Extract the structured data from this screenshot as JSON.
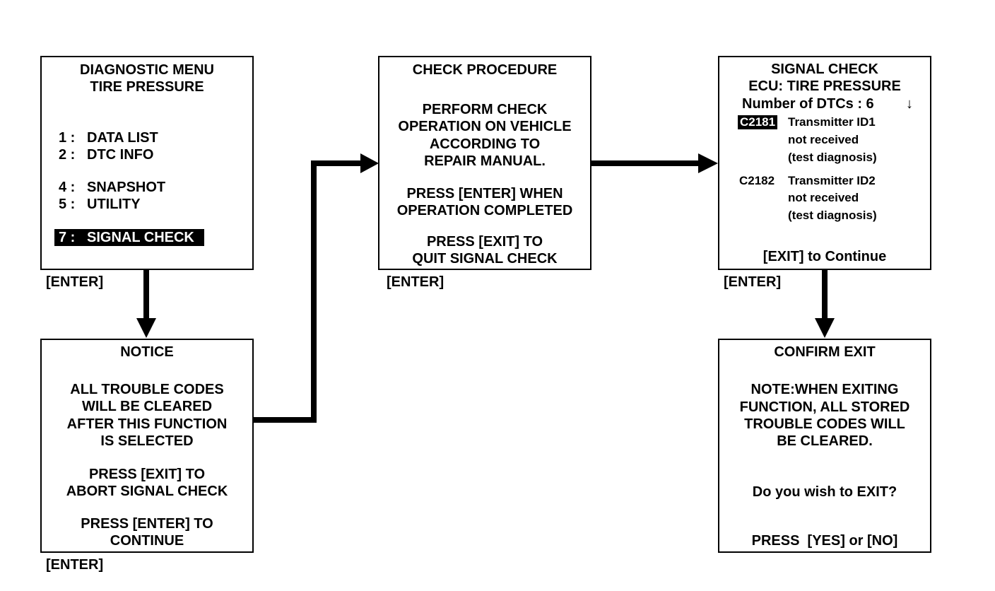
{
  "diagnostic_menu": {
    "title_line1": "DIAGNOSTIC MENU",
    "title_line2": "TIRE PRESSURE",
    "items": [
      {
        "num": "1 :",
        "label": "DATA LIST"
      },
      {
        "num": "2 :",
        "label": "DTC INFO"
      },
      {
        "num": "4 :",
        "label": "SNAPSHOT"
      },
      {
        "num": "5 :",
        "label": "UTILITY"
      },
      {
        "num": "7 :",
        "label": "SIGNAL CHECK"
      }
    ],
    "enter_label": "[ENTER]"
  },
  "notice": {
    "title": "NOTICE",
    "lines": [
      "ALL TROUBLE CODES",
      "WILL BE CLEARED",
      "AFTER THIS FUNCTION",
      "IS SELECTED"
    ],
    "exit_lines": [
      "PRESS [EXIT] TO",
      "ABORT SIGNAL CHECK"
    ],
    "enter_lines": [
      "PRESS [ENTER] TO",
      "CONTINUE"
    ],
    "enter_label": "[ENTER]"
  },
  "check_procedure": {
    "title": "CHECK PROCEDURE",
    "lines": [
      "PERFORM CHECK",
      "OPERATION ON VEHICLE",
      "ACCORDING TO",
      "REPAIR MANUAL."
    ],
    "enter_lines": [
      "PRESS [ENTER] WHEN",
      "OPERATION COMPLETED"
    ],
    "exit_lines": [
      "PRESS [EXIT] TO",
      "QUIT SIGNAL CHECK"
    ],
    "enter_label": "[ENTER]"
  },
  "signal_check": {
    "title_line1": "SIGNAL CHECK",
    "title_line2": "ECU: TIRE PRESSURE",
    "dtc_count": "Number of DTCs : 6",
    "scroll_icon": "down-arrow-icon",
    "dtcs": [
      {
        "code": "C2181",
        "lines": [
          "Transmitter ID1",
          "not received",
          "(test diagnosis)"
        ]
      },
      {
        "code": "C2182",
        "lines": [
          "Transmitter ID2",
          "not received",
          "(test diagnosis)"
        ]
      }
    ],
    "footer": "[EXIT] to Continue",
    "enter_label": "[ENTER]"
  },
  "confirm_exit": {
    "title": "CONFIRM EXIT",
    "lines": [
      "NOTE:WHEN EXITING",
      "FUNCTION, ALL STORED",
      "TROUBLE CODES WILL",
      "BE CLEARED."
    ],
    "question": "Do you wish to EXIT?",
    "footer": "PRESS  [YES] or [NO]"
  }
}
